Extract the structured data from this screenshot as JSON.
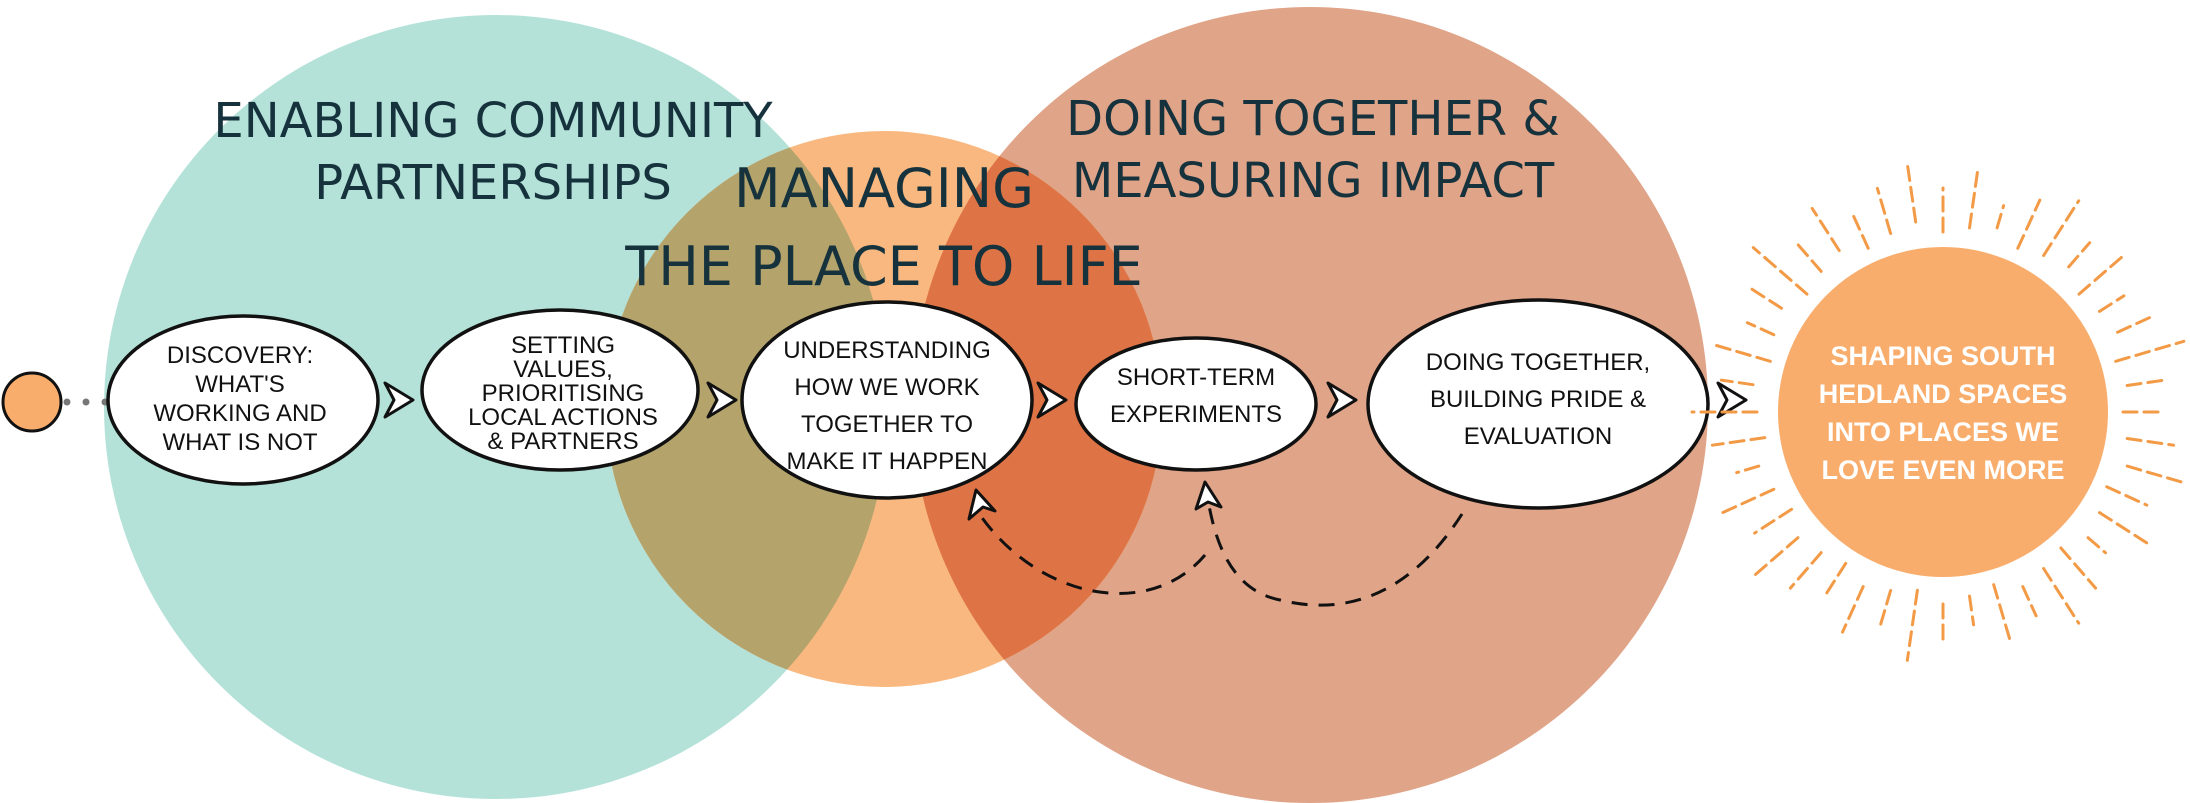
{
  "colors": {
    "teal": "#b4e2d8",
    "orange": "#f9b880",
    "rust": "#e0a488",
    "overlap_olive": "#b4a46c",
    "overlap_deep": "#de7446",
    "sun": "#f9ad6c",
    "sun_rays": "#f39a46",
    "title_text": "#16323d",
    "outline": "#111111"
  },
  "circles": {
    "left": {
      "title_lines": [
        "ENABLING COMMUNITY",
        "PARTNERSHIPS"
      ]
    },
    "middle": {
      "title_lines": [
        "MANAGING",
        "THE PLACE TO LIFE"
      ]
    },
    "right": {
      "title_lines": [
        "DOING TOGETHER &",
        "MEASURING IMPACT"
      ]
    }
  },
  "nodes": [
    {
      "id": "discovery",
      "lines": [
        "DISCOVERY:",
        "WHAT'S",
        "WORKING AND",
        "WHAT IS NOT"
      ]
    },
    {
      "id": "setting-values",
      "lines": [
        "SETTING",
        "VALUES,",
        "PRIORITISING",
        "LOCAL ACTIONS",
        "& PARTNERS"
      ]
    },
    {
      "id": "understanding",
      "lines": [
        "UNDERSTANDING",
        "HOW WE WORK",
        "TOGETHER TO",
        "MAKE IT HAPPEN"
      ]
    },
    {
      "id": "short-term",
      "lines": [
        "SHORT-TERM",
        "EXPERIMENTS"
      ]
    },
    {
      "id": "doing-together",
      "lines": [
        "DOING TOGETHER,",
        "BUILDING PRIDE &",
        "EVALUATION"
      ]
    }
  ],
  "outcome": {
    "lines": [
      "SHAPING SOUTH",
      "HEDLAND SPACES",
      "INTO PLACES WE",
      "LOVE EVEN MORE"
    ],
    "icon": "sun-icon"
  },
  "start_marker": {
    "icon": "start-dot-icon"
  },
  "connectors": {
    "forward_arrow_icon": "chevron-arrow-icon",
    "feedback_loops": 2
  }
}
